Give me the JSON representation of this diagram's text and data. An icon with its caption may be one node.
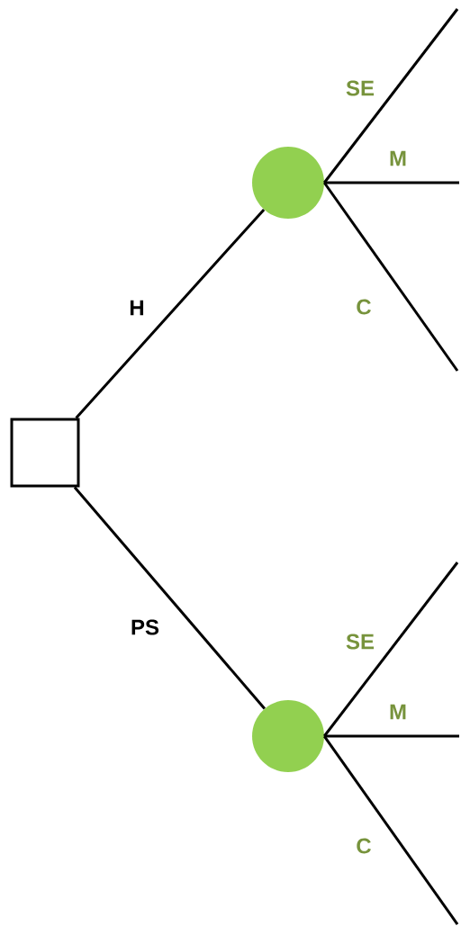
{
  "diagram": {
    "nodes": [
      {
        "text": [],
        "shape": "box"
      },
      {
        "text": [],
        "shape": "circle"
      },
      {
        "text": [],
        "shape": "circle"
      }
    ],
    "edges": [
      {
        "from": 0,
        "to": 1,
        "arrow": "none",
        "label": "H"
      },
      {
        "from": 0,
        "to": 2,
        "arrow": "none",
        "label": "PS"
      },
      {
        "from": 1,
        "to": null,
        "arrow": "none",
        "label": "SE"
      },
      {
        "from": 1,
        "to": null,
        "arrow": "none",
        "label": "M"
      },
      {
        "from": 1,
        "to": null,
        "arrow": "none",
        "label": "C"
      },
      {
        "from": 2,
        "to": null,
        "arrow": "none",
        "label": "SE"
      },
      {
        "from": 2,
        "to": null,
        "arrow": "none",
        "label": "M"
      },
      {
        "from": 2,
        "to": null,
        "arrow": "none",
        "label": "C"
      }
    ]
  }
}
